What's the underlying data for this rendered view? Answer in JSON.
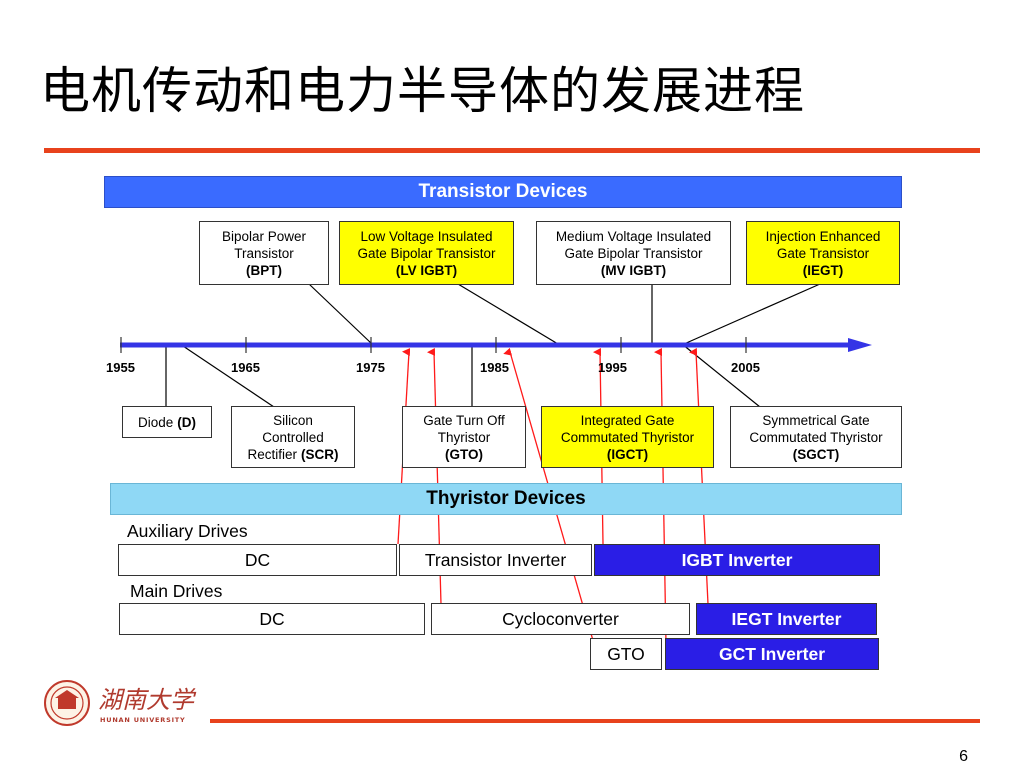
{
  "title": "电机传动和电力半导体的发展进程",
  "page_number": "6",
  "colors": {
    "accent_rule": "#e8421c",
    "transistor_bar": "#3a6bff",
    "thyristor_bar": "#8fd8f5",
    "highlight_yellow": "#ffff00",
    "inverter_blue": "#2a1ee6",
    "timeline_blue": "#3434e6",
    "arrow_red": "#ff1a1a"
  },
  "diagram": {
    "transistor_bar": "Transistor Devices",
    "thyristor_bar": "Thyristor Devices",
    "years": [
      "1955",
      "1965",
      "1975",
      "1985",
      "1995",
      "2005"
    ],
    "transistor_devices": [
      {
        "line1": "Bipolar Power",
        "line2": "Transistor",
        "abbr": "(BPT)"
      },
      {
        "line1": "Low Voltage Insulated",
        "line2": "Gate Bipolar Transistor",
        "abbr": "(LV IGBT)"
      },
      {
        "line1": "Medium Voltage Insulated",
        "line2": "Gate Bipolar Transistor",
        "abbr": "(MV IGBT)"
      },
      {
        "line1": "Injection Enhanced",
        "line2": "Gate Transistor",
        "abbr": "(IEGT)"
      }
    ],
    "thyristor_devices": [
      {
        "line1": "Diode",
        "abbr": "(D)"
      },
      {
        "line1": "Silicon",
        "line2": "Controlled",
        "line3": "Rectifier",
        "abbr": "(SCR)"
      },
      {
        "line1": "Gate Turn Off",
        "line2": "Thyristor",
        "abbr": "(GTO)"
      },
      {
        "line1": "Integrated Gate",
        "line2": "Commutated Thyristor",
        "abbr": "(IGCT)"
      },
      {
        "line1": "Symmetrical Gate",
        "line2": "Commutated Thyristor",
        "abbr": "(SGCT)"
      }
    ],
    "auxiliary_drives": {
      "label": "Auxiliary Drives",
      "dc": "DC",
      "transistor_inverter": "Transistor Inverter",
      "igbt_inverter": "IGBT  Inverter"
    },
    "main_drives": {
      "label": "Main Drives",
      "dc": "DC",
      "cycloconverter": "Cycloconverter",
      "iegt_inverter": "IEGT Inverter",
      "gto": "GTO",
      "gct_inverter": "GCT Inverter"
    }
  },
  "logo": {
    "name_cn": "湖南大学",
    "name_en": "HUNAN UNIVERSITY"
  }
}
